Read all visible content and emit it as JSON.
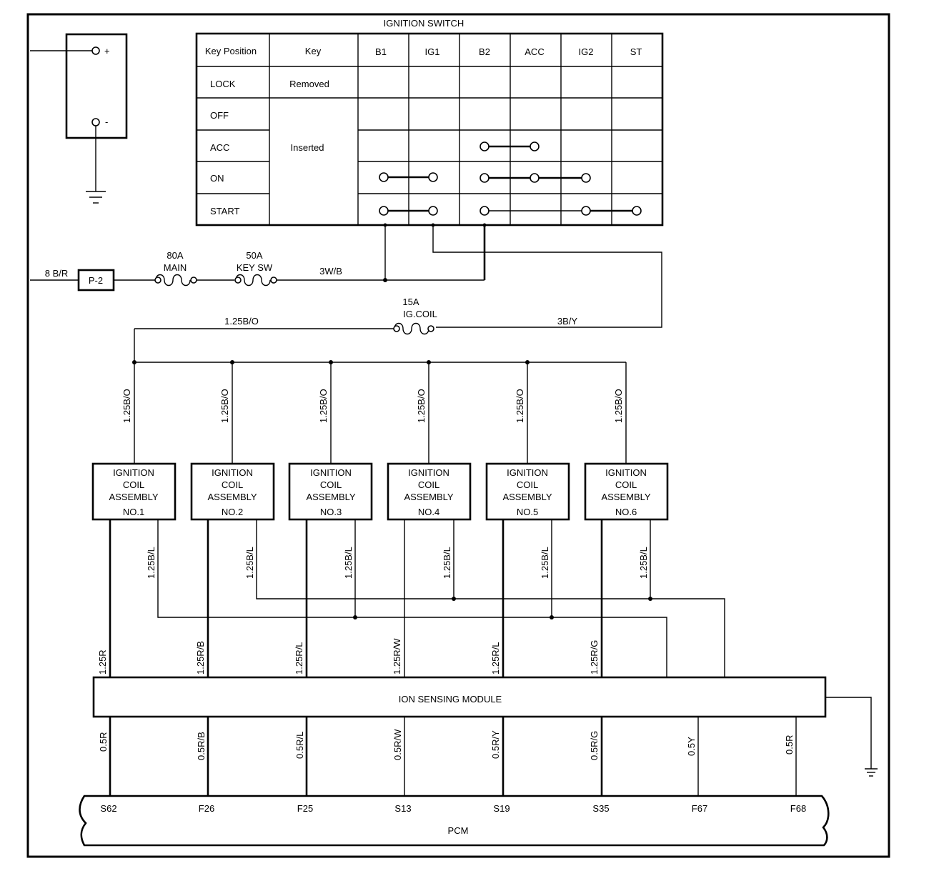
{
  "ignition_switch": {
    "title": "IGNITION SWITCH",
    "headers": [
      "Key Position",
      "Key",
      "B1",
      "IG1",
      "B2",
      "ACC",
      "IG2",
      "ST"
    ],
    "positions": [
      "LOCK",
      "OFF",
      "ACC",
      "ON",
      "START"
    ],
    "key_removed": "Removed",
    "key_inserted": "Inserted"
  },
  "battery": {
    "plus": "+",
    "minus": "-"
  },
  "power": {
    "in_wire": "8 B/R",
    "p2": "P-2",
    "fuse_main_rating": "80A",
    "fuse_main_name": "MAIN",
    "fuse_key_rating": "50A",
    "fuse_key_name": "KEY SW",
    "key_wire": "3W/B",
    "fuse_ig_rating": "15A",
    "fuse_ig_name": "IG.COIL",
    "ig_wire_left": "1.25B/O",
    "ig_wire_right": "3B/Y"
  },
  "coils": [
    {
      "line1": "IGNITION",
      "line2": "COIL",
      "line3": "ASSEMBLY",
      "num": "NO.1",
      "feed": "1.25B/O",
      "gnd": "1.25B/L",
      "sig": "1.25R"
    },
    {
      "line1": "IGNITION",
      "line2": "COIL",
      "line3": "ASSEMBLY",
      "num": "NO.2",
      "feed": "1.25B/O",
      "gnd": "1.25B/L",
      "sig": "1.25R/B"
    },
    {
      "line1": "IGNITION",
      "line2": "COIL",
      "line3": "ASSEMBLY",
      "num": "NO.3",
      "feed": "1.25B/O",
      "gnd": "1.25B/L",
      "sig": "1.25R/L"
    },
    {
      "line1": "IGNITION",
      "line2": "COIL",
      "line3": "ASSEMBLY",
      "num": "NO.4",
      "feed": "1.25B/O",
      "gnd": "1.25B/L",
      "sig": "1.25R/W"
    },
    {
      "line1": "IGNITION",
      "line2": "COIL",
      "line3": "ASSEMBLY",
      "num": "NO.5",
      "feed": "1.25B/O",
      "gnd": "1.25B/L",
      "sig": "1.25R/L"
    },
    {
      "line1": "IGNITION",
      "line2": "COIL",
      "line3": "ASSEMBLY",
      "num": "NO.6",
      "feed": "1.25B/O",
      "gnd": "1.25B/L",
      "sig": "1.25R/G"
    }
  ],
  "ion_module": {
    "label": "ION SENSING MODULE"
  },
  "pcm": {
    "label": "PCM",
    "pins": [
      {
        "wire": "0.5R",
        "pin": "S62"
      },
      {
        "wire": "0.5R/B",
        "pin": "F26"
      },
      {
        "wire": "0.5R/L",
        "pin": "F25"
      },
      {
        "wire": "0.5R/W",
        "pin": "S13"
      },
      {
        "wire": "0.5R/Y",
        "pin": "S19"
      },
      {
        "wire": "0.5R/G",
        "pin": "S35"
      },
      {
        "wire": "0.5Y",
        "pin": "F67"
      },
      {
        "wire": "0.5R",
        "pin": "F68"
      }
    ]
  }
}
